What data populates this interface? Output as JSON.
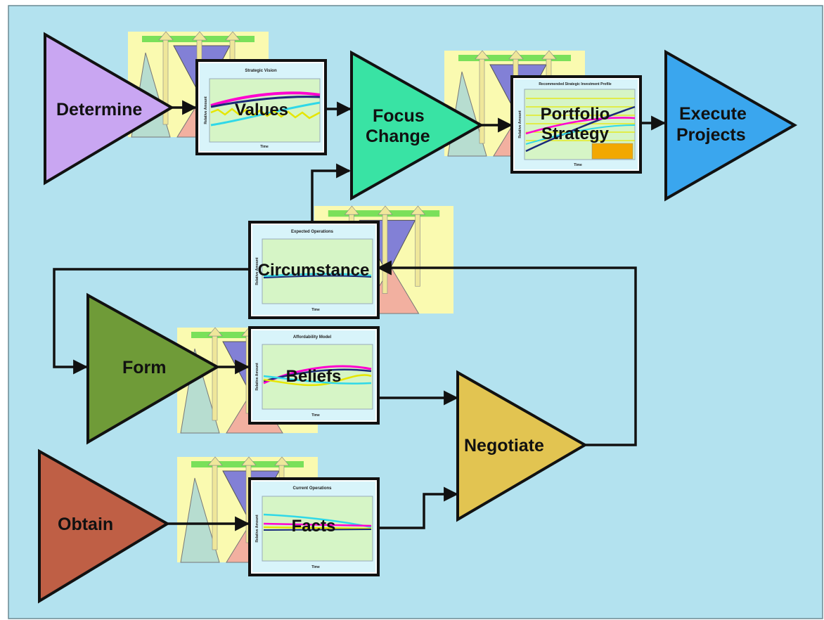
{
  "colors": {
    "background": "#b3e2ef",
    "determine": "#c9a6f2",
    "focus_change": "#39e3a4",
    "execute_projects": "#3aa6ee",
    "form": "#6f9b38",
    "negotiate": "#e2c451",
    "obtain": "#bf5f45",
    "panel_frame": "#fafab0",
    "chart_frame": "#ffffff",
    "chart_plot": "#d6f5c6"
  },
  "stages": {
    "determine": "Determine",
    "focus_change_1": "Focus",
    "focus_change_2": "Change",
    "execute_1": "Execute",
    "execute_2": "Projects",
    "form": "Form",
    "negotiate": "Negotiate",
    "obtain": "Obtain"
  },
  "charts": {
    "values": {
      "title": "Strategic Vision",
      "label": "Values",
      "ylabel": "Relative Amount",
      "xlabel": "Time"
    },
    "portfolio": {
      "title": "Recommended Strategic Investment Profile",
      "label1": "Portfolio",
      "label2": "Strategy",
      "ylabel": "Relative Amount",
      "xlabel": "Time"
    },
    "circumstance": {
      "title": "Expected Operations",
      "label": "Circumstance",
      "ylabel": "Relative Amount",
      "xlabel": "Time"
    },
    "beliefs": {
      "title": "Affordability Model",
      "label": "Beliefs",
      "ylabel": "Relative Amount",
      "xlabel": "Time"
    },
    "facts": {
      "title": "Current Operations",
      "label": "Facts",
      "ylabel": "Relative Amount",
      "xlabel": "Time"
    }
  }
}
